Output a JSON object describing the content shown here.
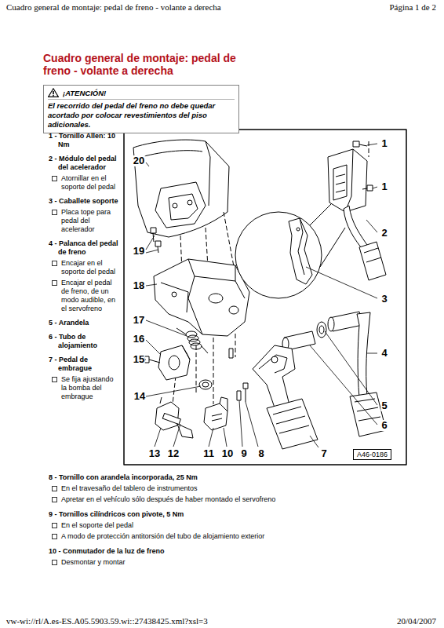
{
  "diagram": {
    "title": "Cuadro general de montaje: pedal de freno - volante a derecha",
    "nodes": [
      {
        "text": [
          "¡ATENCIÓN!",
          "El recorrido del pedal del freno no debe quedar acortado por colocar revestimientos del piso adicionales."
        ]
      },
      {
        "text": [
          "A46-0186"
        ]
      }
    ],
    "labels": [
      "Cuadro general de montaje: pedal de freno - volante a derecha",
      "Página 1 de 2",
      "1 - Tornillo Allen: 10 Nm",
      "2 - Módulo del pedal del acelerador",
      "Atornillar en el soporte del pedal",
      "3 - Caballete soporte",
      "Placa tope para pedal del acelerador",
      "4 - Palanca del pedal de freno",
      "Encajar en el soporte del pedal",
      "Encajar el pedal de freno, de un modo audible, en el servofreno",
      "5 - Arandela",
      "6 - Tubo de alojamiento",
      "7 - Pedal de embrague",
      "Se fija ajustando la bomba del embrague",
      "8 - Tornillo con arandela incorporada, 25 Nm",
      "En el travesaño del tablero de instrumentos",
      "Apretar en el vehículo sólo después de haber montado el servofreno",
      "9 - Tornillos cilíndricos con pivote, 5 Nm",
      "En el soporte del pedal",
      "A modo de protección antitorsión del tubo de alojamiento exterior",
      "10 - Conmutador de la luz de freno",
      "Desmontar y montar",
      "vw-wi://rl/A.es-ES.A05.5903.59.wi::27438425.xml?xsl=3",
      "20/04/2007",
      "1",
      "1",
      "2",
      "3",
      "4",
      "5",
      "6",
      "7",
      "8",
      "9",
      "10",
      "11",
      "12",
      "13",
      "14",
      "15",
      "16",
      "17",
      "18",
      "19",
      "20"
    ]
  }
}
